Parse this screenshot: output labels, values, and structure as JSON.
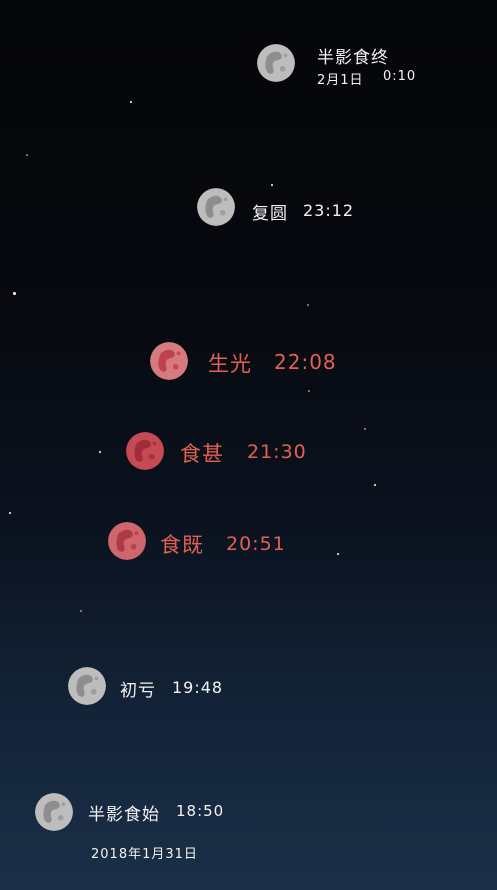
{
  "phases": [
    {
      "name": "半影食终",
      "time": "0:10",
      "date": "2月1日"
    },
    {
      "name": "复圆",
      "time": "23:12"
    },
    {
      "name": "生光",
      "time": "22:08"
    },
    {
      "name": "食甚",
      "time": "21:30"
    },
    {
      "name": "食既",
      "time": "20:51"
    },
    {
      "name": "初亏",
      "time": "19:48"
    },
    {
      "name": "半影食始",
      "time": "18:50",
      "date": "2018年1月31日"
    }
  ],
  "colors": {
    "grey_moon": "#b9b9b9",
    "grey_moon_dark": "#7a7a7a",
    "red_moon": "#d77a80",
    "red_moon_dark": "#b83845",
    "deep_red_moon": "#c64a53",
    "deep_red_moon_dark": "#982935",
    "red_text": "#e36052",
    "white_text": "#f4f4f4"
  }
}
